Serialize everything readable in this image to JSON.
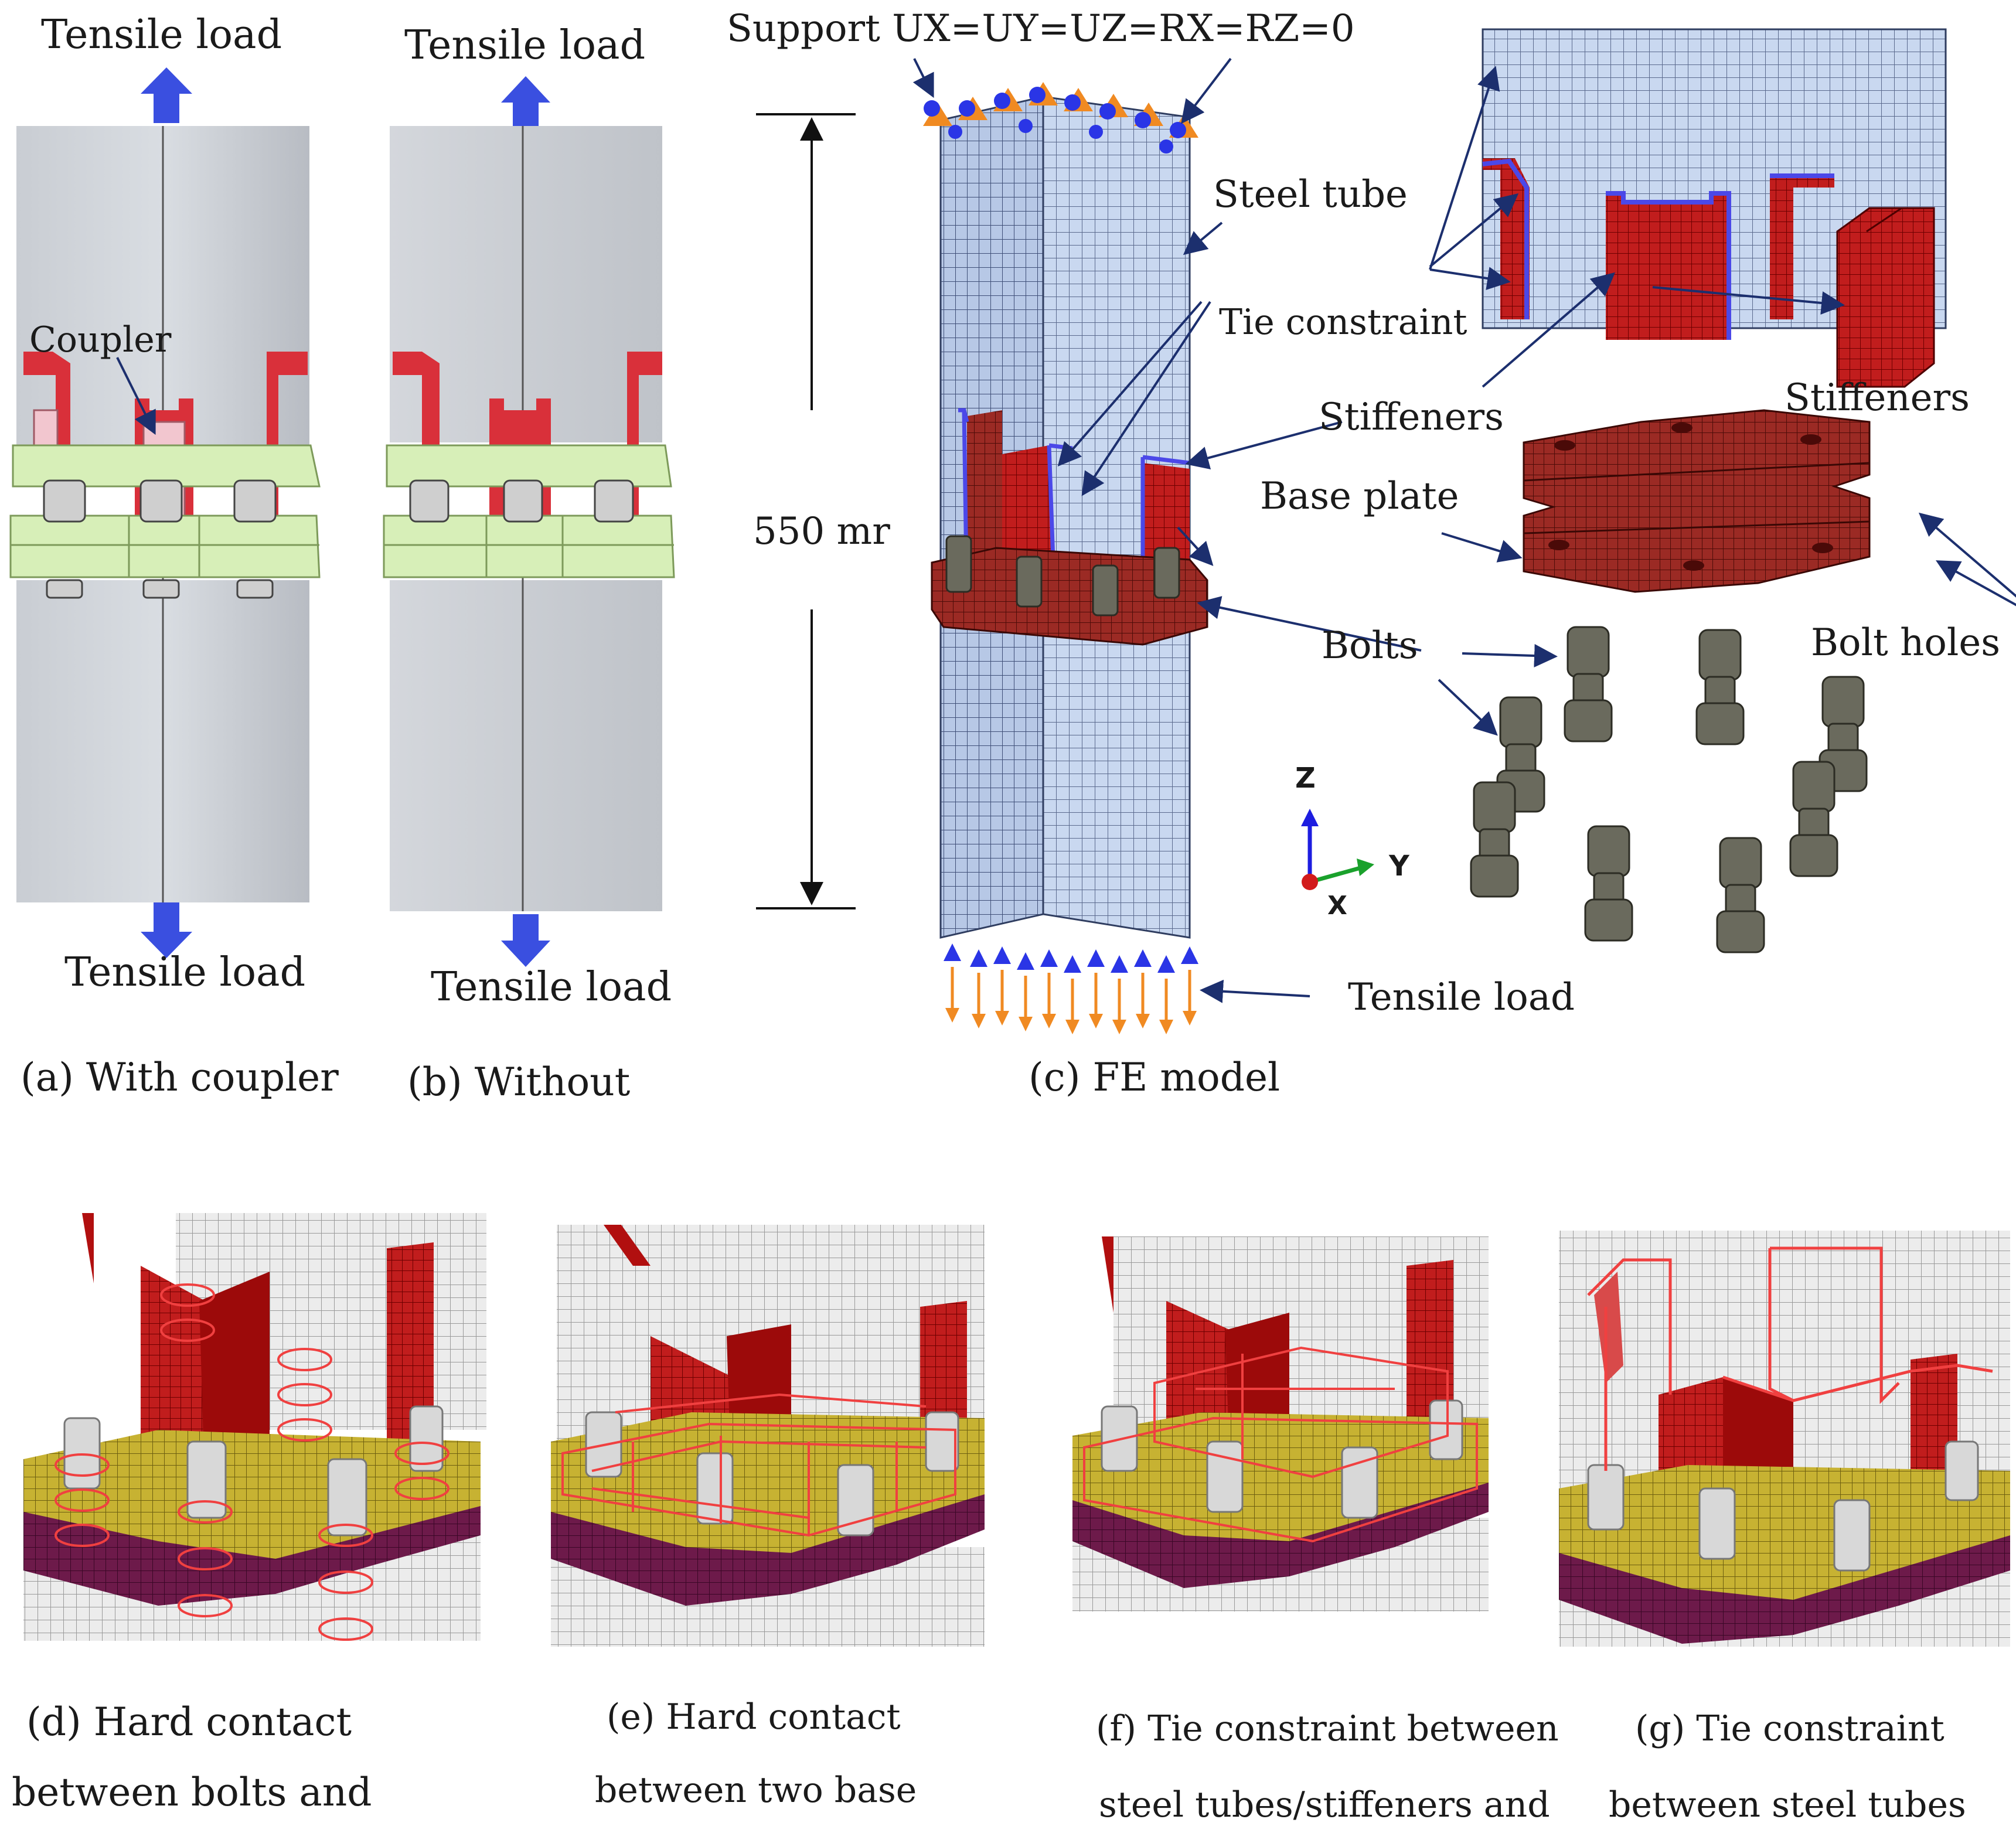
{
  "panel_a": {
    "top_load": "Tensile load",
    "bottom_load": "Tensile load",
    "coupler_label": "Coupler",
    "caption": "(a) With coupler"
  },
  "panel_b": {
    "top_load": "Tensile load",
    "bottom_load": "Tensile load",
    "caption": "(b) Without"
  },
  "panel_c": {
    "support_label": "Support UX=UY=UZ=RX=RZ=0",
    "dimension_label": "550 mr",
    "steel_tube": "Steel tube",
    "tie_constraint": "Tie constraint",
    "stiffeners": "Stiffeners",
    "stiffeners_detail": "Stiffeners",
    "base_plate": "Base plate",
    "bolts": "Bolts",
    "bolt_holes": "Bolt holes",
    "tensile_load": "Tensile load",
    "axis_z": "Z",
    "axis_y": "Y",
    "axis_x": "X",
    "caption": "(c) FE model"
  },
  "panel_d": {
    "caption_line1": "(d) Hard contact",
    "caption_line2": "between bolts and"
  },
  "panel_e": {
    "caption_line1": "(e) Hard contact",
    "caption_line2": "between two base"
  },
  "panel_f": {
    "caption_line1": "(f) Tie constraint between",
    "caption_line2": "steel tubes/stiffeners and"
  },
  "panel_g": {
    "caption_line1": "(g) Tie constraint",
    "caption_line2": "between steel tubes"
  },
  "colors": {
    "load_arrow": "#3a4fe0",
    "stiffener_red": "#d9303a",
    "plate_green": "#d7efb8",
    "fe_tube_blue": "#b4c7e7",
    "fe_dark_red": "#7a1a14",
    "fe_bolt_gray": "#5d5d52",
    "contact_yellow": "#c9b42a",
    "contact_purple": "#6b1248",
    "leader_navy": "#1c2f6e"
  }
}
